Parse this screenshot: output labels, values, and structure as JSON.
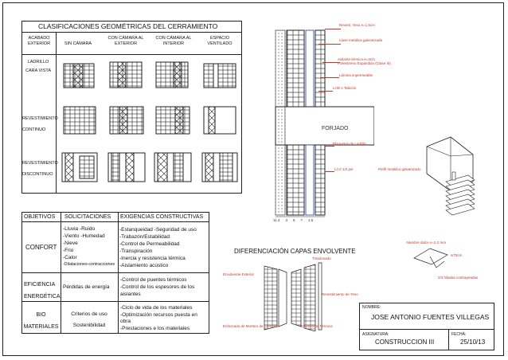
{
  "classification": {
    "title": "CLASIFICACIONES GEOMÉTRICAS DEL CERRAMIENTO",
    "col_headers": [
      "ACABADO EXTERIOR",
      "SIN CÁMARA",
      "CON CÁMARA AL EXTERIOR",
      "CON CÁMARA AL INTERIOR",
      "ESPACIO VENTILADO"
    ],
    "row_labels": [
      "LADRILLO CARA VISTA",
      "REVESTIMIENTO CONTINUO",
      "REVESTIMIENTO DISCONTINUO"
    ]
  },
  "objectives_table": {
    "headers": [
      "OBJETIVOS",
      "SOLICITACIONES",
      "EXIGENCIAS CONSTRUCTIVAS"
    ],
    "rows": [
      {
        "objective": "CONFORT",
        "solicitations": [
          "-Lluvia  -Ruido",
          "-Viento -Humedad",
          "-Nieve",
          "-Frio",
          "-Calor",
          "-Dilataciones-contracciones"
        ],
        "requirements": [
          "-Estanqueidad  -Seguridad de uso",
          "-Trabazón/Estabilidad",
          "-Control de Permeabilidad",
          "-Transpiración",
          "-Inercia y resistencia térmica",
          "-Aislamiento acústico"
        ]
      },
      {
        "objective": "EFICIENCIA ENERGÉTICA",
        "solicitations": [
          "Pérdidas de energía"
        ],
        "requirements": [
          "-Control de puentes térmicos",
          "-Control de los espesores de los aislantes"
        ]
      },
      {
        "objective": "BIO MATERIALES",
        "solicitations": [
          "Criterios de uso",
          "Sostenibilidad"
        ],
        "requirements": [
          "-Ciclo de vida de los materiales",
          "-Optimización recursos puesta en obra",
          "-Prestaciones e los materiales"
        ]
      }
    ]
  },
  "section_labels": {
    "slab": "FORJADO",
    "callouts": [
      "Revest. Yeso e=1,5cm",
      "Llave metálica galvanizada",
      "Aislante térmico e=3cm",
      "Poliestireno Expandido (Clase III)",
      "Lámina impermeable",
      "LHD o Tabicón",
      "Plaquetas de Ladrillo",
      "LCV 1/2 pie",
      "Perfil metálico galvanizado"
    ],
    "dims": [
      "11.4",
      "3",
      "5",
      "7",
      "1.5"
    ]
  },
  "detail_small": {
    "labels": [
      "Alambre dulce e=2.2 mm",
      "s/75cm",
      "2/4 hiladas contrapeadas"
    ]
  },
  "envelope": {
    "title": "DIFERENCIACIÓN CAPAS ENVOLVENTE",
    "labels": [
      "Envolvente Exterior",
      "Trasdosado",
      "Revestimiento de Yeso",
      "Enfoscado de Mortero de Cemento",
      "Envolvente Térmica"
    ]
  },
  "title_block": {
    "name_label": "NOMBRE:",
    "name": "JOSE ANTONIO FUENTES VILLEGAS",
    "subject_label": "ASIGNATURA:",
    "subject": "CONSTRUCCION III",
    "date_label": "FECHA:",
    "date": "25/10/13"
  },
  "colors": {
    "annotation": "#c0392b",
    "line": "#222222"
  }
}
